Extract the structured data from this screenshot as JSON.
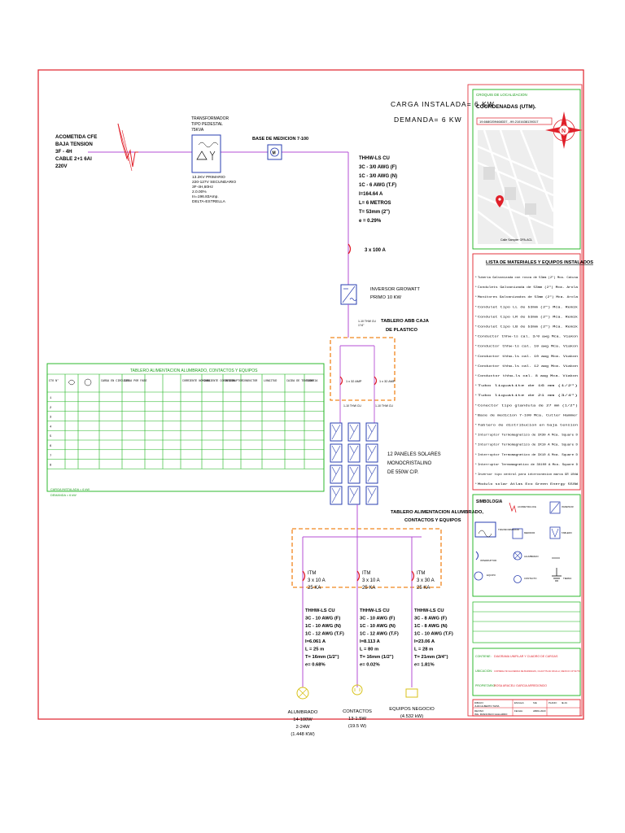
{
  "load": {
    "installed": "CARGA INSTALADA= 6 KW",
    "demand": "DEMANDA= 6 KW"
  },
  "service": {
    "lines": [
      "ACOMETIDA CFE",
      "BAJA TENSION",
      "3F - 4H",
      "CABLE 2+1 6Al",
      "220V"
    ]
  },
  "transformer": {
    "title_lines": [
      "TRANSFORMADOR",
      "TIPO PEDESTAL",
      "75KVA"
    ],
    "spec_lines": [
      "13.2KV PRIMARIO",
      "220-127V SECUNDARIO",
      "3F-4H,60Hz",
      "2.0.00%",
      "In=196.83Amp.",
      "DELTA-ESTRELLA"
    ]
  },
  "meter": {
    "label": "BASE DE MEDICION 7-100"
  },
  "main_feeder": {
    "lines": [
      "THHW-LS CU",
      "3C - 3/0 AWG (F)",
      "1C - 3/0 AWG (N)",
      "1C - 6 AWG (T.F)",
      "I=164.64 A",
      "L= 6 METROS",
      "T= 53mm (2\")",
      "e = 0.29%"
    ]
  },
  "main_breaker": {
    "label": "3 x 100 A"
  },
  "inverter": {
    "lines": [
      "INVERSOR GROWATT",
      "PRIMO 10 KW"
    ]
  },
  "combiner": {
    "label_lines": [
      "TABLERO ABB CAJA",
      "DE PLASTICO"
    ],
    "conductor_note": "1-10 THW CU",
    "conductor_note2": "1\"/4\"",
    "breaker_a": "1 x 32 AMP",
    "breaker_b": "1 x 32 AMP"
  },
  "solar": {
    "lines": [
      "12 PANELES SOLARES",
      "MONOCRISTALINO",
      "DE 550W C/P."
    ]
  },
  "load_panel": {
    "lines": [
      "TABLERO ALIMENTACION ALUMBRADO,",
      "CONTACTOS Y EQUIPOS"
    ]
  },
  "branches": [
    {
      "itm": [
        "ITM",
        "3 x 10 A",
        "25 KA"
      ],
      "conductor": [
        "THHW-LS CU",
        "3C - 10 AWG (F)",
        "1C - 10 AWG (N)",
        "1C - 12 AWG (T.F)",
        "I=6.061 A",
        "L = 25 m",
        "T= 16mm (1/2\")",
        "e= 0.68%"
      ],
      "load": [
        "ALUMBRADO",
        "14-100W",
        "2-24W",
        "(1.448 KW)"
      ]
    },
    {
      "itm": [
        "ITM",
        "3 x 10 A",
        "25 KA"
      ],
      "conductor": [
        "THHW-LS CU",
        "3C - 10 AWG (F)",
        "1C - 10 AWG (N)",
        "1C - 12 AWG (T.F)",
        "I=8.113 A",
        "L = 80 m",
        "T= 16mm (1/2\")",
        "e= 0.02%"
      ],
      "load": [
        "CONTACTOS",
        "13-1.5W",
        "(19.5 W)"
      ]
    },
    {
      "itm": [
        "ITM",
        "3 x 30 A",
        "25 KA"
      ],
      "conductor": [
        "THHW-LS CU",
        "3C - 8 AWG (F)",
        "1C - 8 AWG (N)",
        "1C - 10 AWG (T.F)",
        "I=23.06 A",
        "L = 28 m",
        "T= 21mm (3/4\")",
        "e= 1.81%"
      ],
      "load": [
        "EQUIPOS NEGOCIO",
        "(4.532 kW)"
      ]
    }
  ],
  "panel_table": {
    "title": "TABLERO ALIMENTACION ALUMBRADO, CONTACTOS Y EQUIPOS",
    "headers": [
      "CTO N°",
      "",
      "",
      "CARGA EN CIRCUITO",
      "CARGA POR FASE",
      "",
      "",
      "CORRIENTE NOMINAL",
      "CORRIENTE CORREGIDA",
      "INTERRUPTOR",
      "CONDUCTOR",
      "LONGITUD",
      "CAIDA DE TENSION",
      "TUBERIA",
      ""
    ],
    "rows": [
      [
        "1",
        "",
        "",
        "",
        "",
        "",
        "",
        "",
        "",
        "",
        "",
        "",
        "",
        "",
        ""
      ],
      [
        "2",
        "",
        "",
        "",
        "",
        "",
        "",
        "",
        "",
        "",
        "",
        "",
        "",
        "",
        ""
      ],
      [
        "3",
        "",
        "",
        "",
        "",
        "",
        "",
        "",
        "",
        "",
        "",
        "",
        "",
        "",
        ""
      ],
      [
        "4",
        "",
        "",
        "",
        "",
        "",
        "",
        "",
        "",
        "",
        "",
        "",
        "",
        "",
        ""
      ],
      [
        "5",
        "",
        "",
        "",
        "",
        "",
        "",
        "",
        "",
        "",
        "",
        "",
        "",
        "",
        ""
      ],
      [
        "6",
        "",
        "",
        "",
        "",
        "",
        "",
        "",
        "",
        "",
        "",
        "",
        "",
        "",
        ""
      ],
      [
        "7",
        "",
        "",
        "",
        "",
        "",
        "",
        "",
        "",
        "",
        "",
        "",
        "",
        "",
        ""
      ],
      [
        "8",
        "",
        "",
        "",
        "",
        "",
        "",
        "",
        "",
        "",
        "",
        "",
        "",
        "",
        ""
      ]
    ],
    "footer": [
      "CARGA INSTALADA = 6 kW",
      "DEMANDA = 6 kW"
    ]
  },
  "location": {
    "header": "CROQUIS DE LOCALIZACION",
    "title": "COORDENADAS (UTM).",
    "coords": "19.6680209468337, -99.2101638139317",
    "street": "Calle Sampier OPA-ACL",
    "north": "N"
  },
  "materials": {
    "title": "LISTA DE MATERIALES Y EQUIPOS INSTALADOS",
    "items": [
      "Tuberia Galvanizada con rosca de 53mm (2\") Mca. Catusa",
      "Condulets Galvanizada de 53mm (2\") Mca. Arola",
      "Monitores Galvanizados de 53mm (2\") Mca. Arola",
      "Condulet tipo LL de 53mm (2\") Mca. Remik",
      "Condulet tipo LR de 53mm (2\") Mca. Remik",
      "Condulet tipo LB de 53mm (2\") Mca. Remik",
      "Conductor thhw-ls cal. 3/0 awg Mca. Viakon",
      "Conductor thhw-ls cal. 10 awg Mca. Viakon",
      "Conductor thhw-ls cal. 10 awg Mca. Viakon",
      "Conductor thhw-ls cal. 12 awg Mca. Viakon",
      "Conductor thhw-ls cal. 8 awg Mca. Viakon",
      "Tubo liquatite de 16 mm (1/2\")",
      "Tubo liquatite de 21 mm (3/4\")",
      "Conector tipo glandula de 27 mm (1/2\")",
      "Base de medicion 7-100 Mca. Cutler Hammer",
      "Tablero de distribucion en baja tension",
      "Interruptor Termomagnetico de 3X30 A Mca. Square D",
      "Interruptor Termomagnetico de 3X10 A Mca. Square D",
      "Interruptor Termomagnetico de 3X10 A Mca. Square D",
      "Interruptor Termomagnetico de 3X100 A Mca. Square D",
      "Inversor tipo central para interconexion marca GR 10kW",
      "Modulo solar Atlas Eco Green Energy 550W"
    ]
  },
  "symbology": {
    "title": "SIMBOLOGIA",
    "items": [
      "ACOMETIDA CFE",
      "INVERSOR",
      "TRANSFORMADOR",
      "MEDIDOR",
      "TABLERO",
      "INTERRUPTOR",
      "ALUMBRADO",
      "CONTACTO",
      "EQUIPO",
      "TIERRA"
    ]
  },
  "project": {
    "labels": [
      "CONTIENE:",
      "UBICACION:",
      "PROPIETARIO:"
    ],
    "values": [
      "DIAGRAMA UNIFILAR Y CUADRO DE CARGAS",
      "COPRESA SN HACIENDA DE BARRADAS, CUAUTITLAN IZCALLI, MEXICO CP 54770",
      "ROSA ARACELI GARCIA ARREDONDO"
    ]
  },
  "titleblock": {
    "cells": [
      "DIBUJO:",
      "JUAN ALBERTO TAPIA",
      "REVISO:",
      "ING. FRANCISCO GALLARDO",
      "ESCALA:",
      "S/E",
      "FECHA:",
      "ABRIL 2023",
      "PLANO:",
      "IE-01"
    ]
  },
  "colors": {
    "frame": "#e0202a",
    "wire": "#b64fd6",
    "panel": "#f0861e",
    "table": "#19b319",
    "symbol": "#2a3fb0"
  }
}
